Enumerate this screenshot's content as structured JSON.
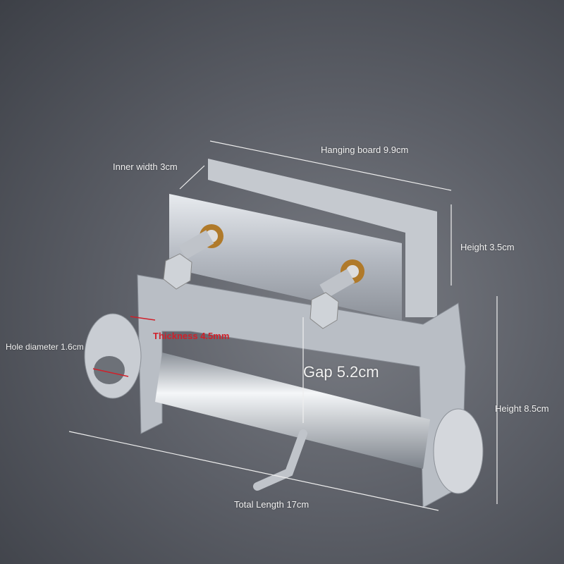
{
  "labels": {
    "hanging_board": "Hanging board 9.9cm",
    "inner_width": "Inner width 3cm",
    "height_top": "Height 3.5cm",
    "thickness": "Thickness 4.5mm",
    "hole_diameter": "Hole diameter 1.6cm",
    "gap": "Gap 5.2cm",
    "height_total": "Height 8.5cm",
    "total_length": "Total Length 17cm"
  },
  "colors": {
    "annotation_red": "#d0202a",
    "metal": "#c8ccd2",
    "brass": "#b07a2a"
  }
}
